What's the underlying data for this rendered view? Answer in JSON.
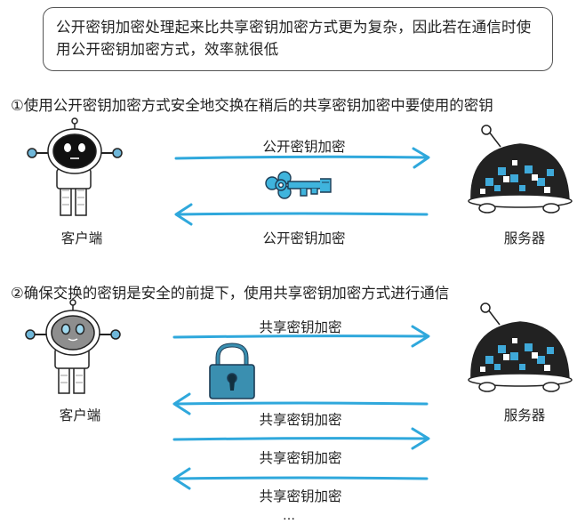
{
  "note": "公开密钥加密处理起来比共享密钥加密方式更为复杂，因此若在通信时使用公开密钥加密方式，效率就很低",
  "step1": {
    "title": "①使用公开密钥加密方式安全地交换在稍后的共享密钥加密中要使用的密钥",
    "arrow_top_label": "公开密钥加密",
    "arrow_bottom_label": "公开密钥加密",
    "client_label": "客户端",
    "server_label": "服务器"
  },
  "step2": {
    "title": "②确保交换的密钥是安全的前提下，使用共享密钥加密方式进行通信",
    "arrow_labels": [
      "共享密钥加密",
      "共享密钥加密",
      "共享密钥加密",
      "共享密钥加密"
    ],
    "client_label": "客户端",
    "server_label": "服务器",
    "ellipsis": "…"
  },
  "colors": {
    "arrow": "#2fa8dc",
    "key": "#3fb4dd",
    "lock": "#3a8fb0",
    "robot_face_dark": "#111111",
    "robot_face_gray": "#8e8e8e",
    "robot_eyes_blue": "#9fd8ee",
    "server_shell": "#222222",
    "server_pixels": "#3fa9d9"
  },
  "icons": [
    "client-robot-icon",
    "server-robot-icon",
    "key-icon",
    "padlock-icon"
  ]
}
